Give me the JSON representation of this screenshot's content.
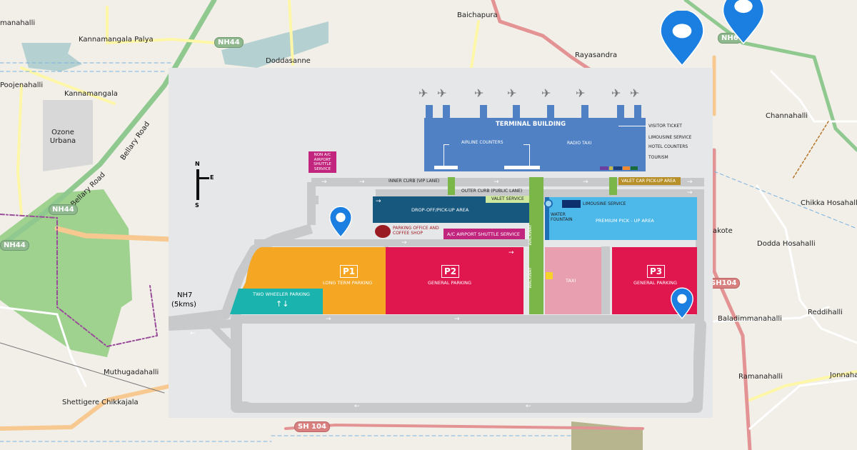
{
  "map": {
    "places": [
      "manahalli",
      "Kannamangala Palya",
      "Poojenahalli",
      "Kannamangala",
      "Ozone Urbana",
      "Doddasanne",
      "Baichapura",
      "Rayasandra",
      "Channahalli",
      "Chikka Hosahalli",
      "akote",
      "Dodda Hosahalli",
      "Baladimmanahalli",
      "Reddihalli",
      "Ramanahalli",
      "Jonnahalli",
      "Muthugadahalli",
      "Shettigere Chikkajala"
    ],
    "roads": [
      "Bellary Road",
      "Bellary Road"
    ],
    "shields": [
      "NH44",
      "NH44",
      "NH44",
      "NH6",
      "SH104",
      "SH 104"
    ]
  },
  "airport": {
    "terminal": "TERMINAL BUILDING",
    "airline_counters": "AIRLINE COUNTERS",
    "radio_taxi": "RADIO TAXI",
    "legend": [
      "VISITOR TICKET",
      "LIMOUSINE SERVICE",
      "HOTEL COUNTERS",
      "TOURISM"
    ],
    "legend_colors": [
      "#c8b84a",
      "#1d3f7a",
      "#f08a2c",
      "#1a6b3c"
    ],
    "radio_taxi_color": "#6b3fa0",
    "non_ac_shuttle": "NON A/C AIRPORT SHUTTLE SERVICE",
    "inner_curb": "INNER CURB (VIP LANE)",
    "outer_curb": "OUTER CURB (PUBLIC LANE)",
    "walkway": "WALKWAY",
    "valet_service": "VALET SERVICE",
    "valet_pickup": "VALET CAR PICK-UP AREA",
    "dropoff": "DROP-OFF/PICK-UP AREA",
    "limousine": "LIMOUSINE SERVICE",
    "water_fountain": "WATER FOUNTAIN",
    "premium": "PREMIUM PICK - UP AREA",
    "parking_office": "PARKING OFFICE AND COFFEE SHOP",
    "ac_shuttle": "A/C AIRPORT SHUTTLE SERVICE",
    "p1": "P1",
    "p1_label": "LONG TERM PARKING",
    "p2": "P2",
    "p2_label": "GENERAL PARKING",
    "p3": "P3",
    "p3_label": "GENERAL PARKING",
    "two_wheeler": "TWO WHEELER PARKING",
    "taxi": "TAXI",
    "nh7": "NH7",
    "nh7_dist": "(5kms)",
    "compass": {
      "n": "N",
      "e": "E",
      "s": "S"
    }
  }
}
